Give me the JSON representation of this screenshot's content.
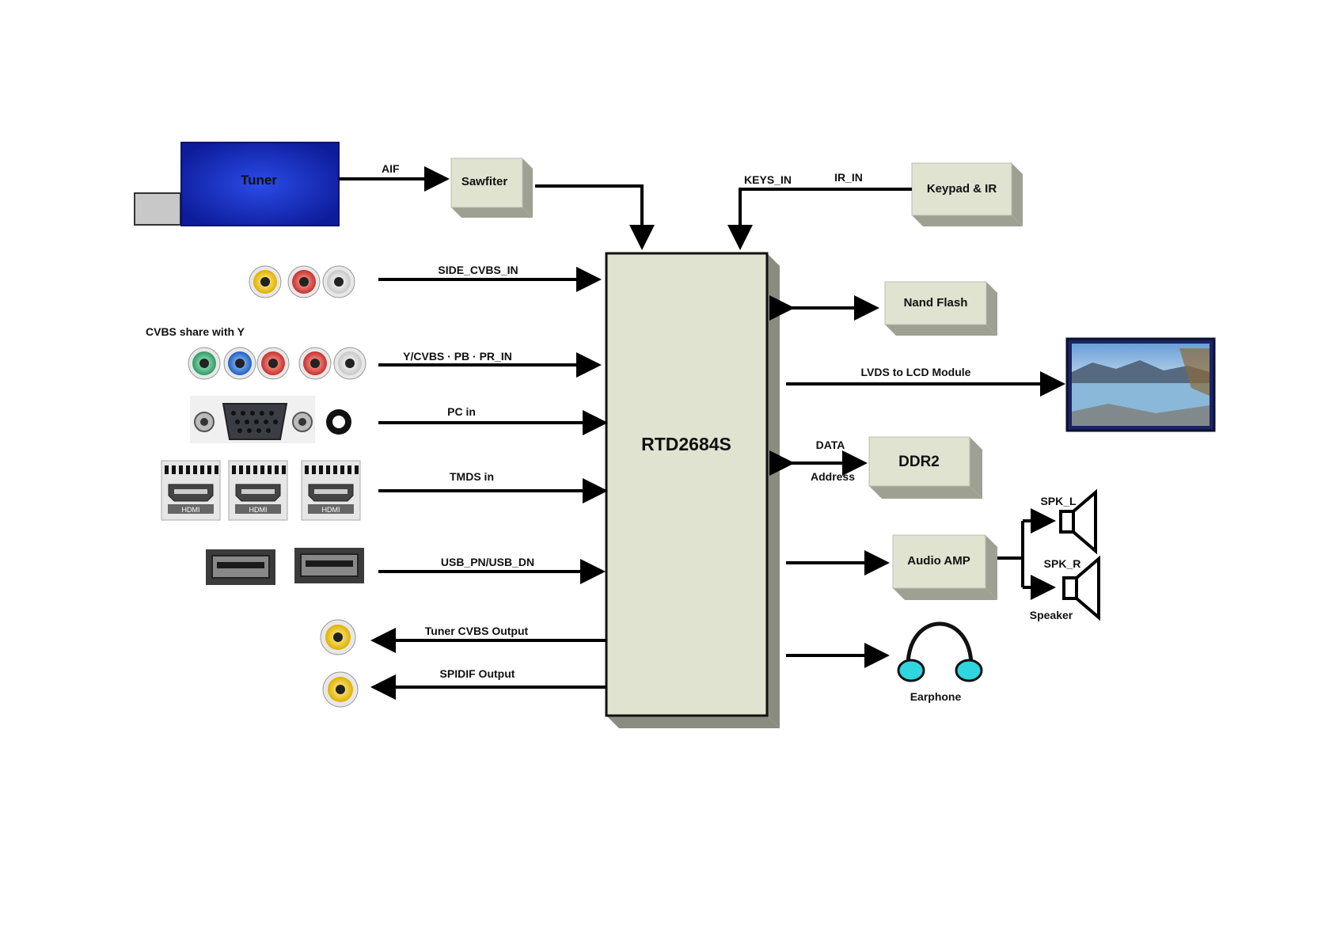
{
  "tuner": {
    "label": "Tuner"
  },
  "sawfilter": {
    "label": "Sawfiter"
  },
  "keypad": {
    "label": "Keypad & IR"
  },
  "chip": {
    "label": "RTD2684S"
  },
  "nand": {
    "label": "Nand Flash"
  },
  "ddr": {
    "label": "DDR2"
  },
  "audio_amp": {
    "label": "Audio AMP"
  },
  "note": {
    "label": "CVBS share with Y",
    "color": "#cc1b1b"
  },
  "signals": {
    "aif": "AIF",
    "keys_in": "KEYS_IN",
    "ir_in": "IR_IN",
    "side_cvbs": "SIDE_CVBS_IN",
    "ypbpr": "Y/CVBS · PB · PR_IN",
    "pc_in": "PC in",
    "tmds_in": "TMDS in",
    "usb": "USB_PN/USB_DN",
    "tuner_cvbs_out": "Tuner CVBS Output",
    "spdif_out": "SPIDIF Output",
    "lvds": "LVDS to LCD Module",
    "data": "DATA",
    "address": "Address"
  },
  "speakers": {
    "left": "SPK_L",
    "right": "SPK_R",
    "caption": "Speaker"
  },
  "earphone": {
    "label": "Earphone"
  },
  "hdmi_label": "HDMI",
  "colors": {
    "block_face": "#dfe3cf",
    "block_side": "#9ea091",
    "tuner_blue": "#1a2fc0",
    "earphone_cyan": "#2fd6e0"
  }
}
